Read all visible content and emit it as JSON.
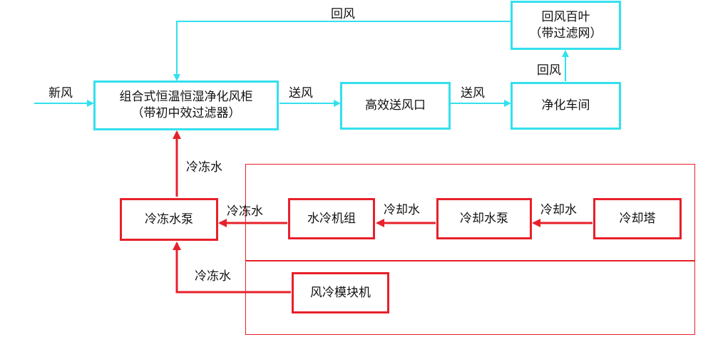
{
  "colors": {
    "air_flow": "#33e0ee",
    "water_flow": "#e8202a"
  },
  "nodes": {
    "ahu": {
      "line1": "组合式恒温恒湿净化风柜",
      "line2": "（带初中效过滤器）"
    },
    "supply_outlet": {
      "line1": "高效送风口"
    },
    "clean_room": {
      "line1": "净化车间"
    },
    "return_louver": {
      "line1": "回风百叶",
      "line2": "（带过滤网）"
    },
    "chw_pump": {
      "line1": "冷冻水泵"
    },
    "chiller": {
      "line1": "水冷机组"
    },
    "cw_pump": {
      "line1": "冷却水泵"
    },
    "cooling_tower": {
      "line1": "冷却塔"
    },
    "air_cooled_module": {
      "line1": "风冷模块机"
    }
  },
  "edges": {
    "fresh_air": "新风",
    "supply_air_1": "送风",
    "supply_air_2": "送风",
    "return_air_top": "回风",
    "return_air_side": "回风",
    "chw_to_ahu": "冷冻水",
    "chiller_to_pump": "冷冻水",
    "cw_pump_to_chiller": "冷却水",
    "tower_to_cw_pump": "冷却水",
    "module_to_pump": "冷冻水"
  }
}
